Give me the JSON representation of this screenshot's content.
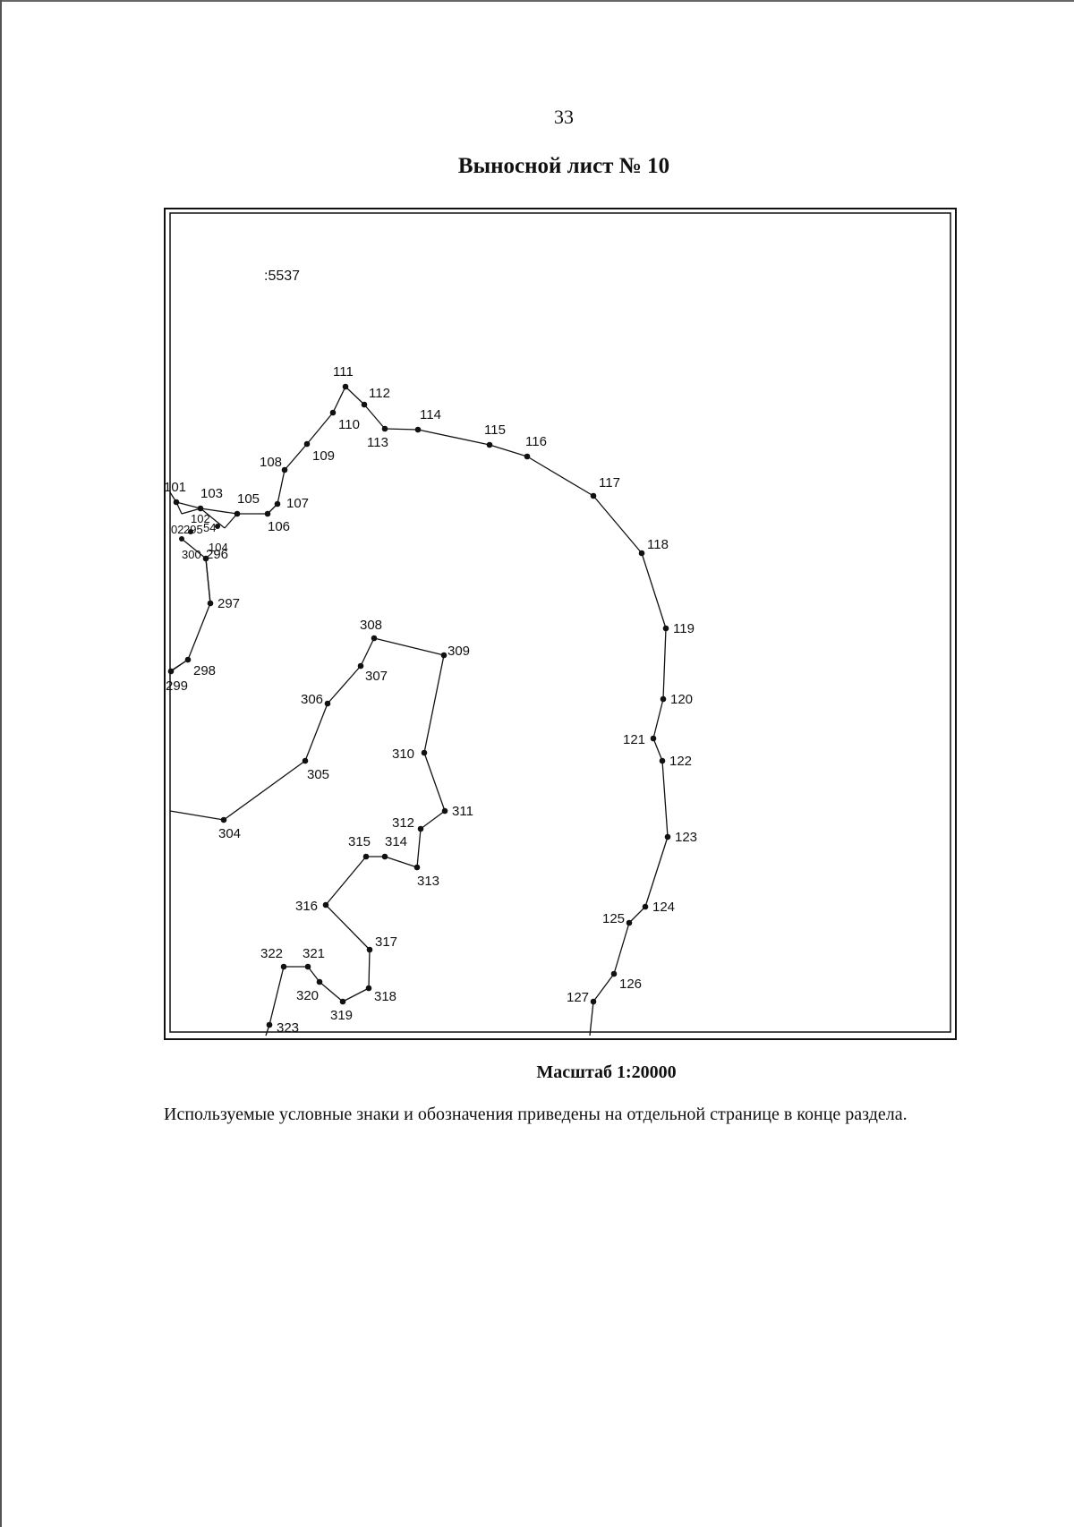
{
  "page": {
    "number": "33",
    "title": "Выносной лист № 10",
    "scale": "Масштаб 1:20000",
    "note": "Используемые условные знаки и обозначения приведены на отдельной странице в конце раздела."
  },
  "map": {
    "parcel_label": ":5537",
    "points": [
      {
        "id": "101",
        "label": "101"
      },
      {
        "id": "103",
        "label": "103"
      },
      {
        "id": "105",
        "label": "105"
      },
      {
        "id": "106",
        "label": "106"
      },
      {
        "id": "107",
        "label": "107"
      },
      {
        "id": "108",
        "label": "108"
      },
      {
        "id": "109",
        "label": "109"
      },
      {
        "id": "110",
        "label": "110"
      },
      {
        "id": "111",
        "label": "111"
      },
      {
        "id": "112",
        "label": "112"
      },
      {
        "id": "113",
        "label": "113"
      },
      {
        "id": "114",
        "label": "114"
      },
      {
        "id": "115",
        "label": "115"
      },
      {
        "id": "116",
        "label": "116"
      },
      {
        "id": "117",
        "label": "117"
      },
      {
        "id": "118",
        "label": "118"
      },
      {
        "id": "119",
        "label": "119"
      },
      {
        "id": "120",
        "label": "120"
      },
      {
        "id": "121",
        "label": "121"
      },
      {
        "id": "122",
        "label": "122"
      },
      {
        "id": "123",
        "label": "123"
      },
      {
        "id": "124",
        "label": "124"
      },
      {
        "id": "125",
        "label": "125"
      },
      {
        "id": "126",
        "label": "126"
      },
      {
        "id": "127",
        "label": "127"
      },
      {
        "id": "296",
        "label": "296"
      },
      {
        "id": "297",
        "label": "297"
      },
      {
        "id": "298",
        "label": "298"
      },
      {
        "id": "299",
        "label": "299"
      },
      {
        "id": "304",
        "label": "304"
      },
      {
        "id": "305",
        "label": "305"
      },
      {
        "id": "306",
        "label": "306"
      },
      {
        "id": "307",
        "label": "307"
      },
      {
        "id": "308",
        "label": "308"
      },
      {
        "id": "309",
        "label": "309"
      },
      {
        "id": "310",
        "label": "310"
      },
      {
        "id": "311",
        "label": "311"
      },
      {
        "id": "312",
        "label": "312"
      },
      {
        "id": "313",
        "label": "313"
      },
      {
        "id": "314",
        "label": "314"
      },
      {
        "id": "315",
        "label": "315"
      },
      {
        "id": "316",
        "label": "316"
      },
      {
        "id": "317",
        "label": "317"
      },
      {
        "id": "318",
        "label": "318"
      },
      {
        "id": "319",
        "label": "319"
      },
      {
        "id": "320",
        "label": "320"
      },
      {
        "id": "321",
        "label": "321"
      },
      {
        "id": "322",
        "label": "322"
      },
      {
        "id": "323",
        "label": "323"
      }
    ],
    "cluster_labels": [
      "02",
      "295",
      "54",
      "104",
      "102",
      "300"
    ]
  },
  "colors": {
    "ink": "#111111",
    "paper": "#ffffff"
  }
}
